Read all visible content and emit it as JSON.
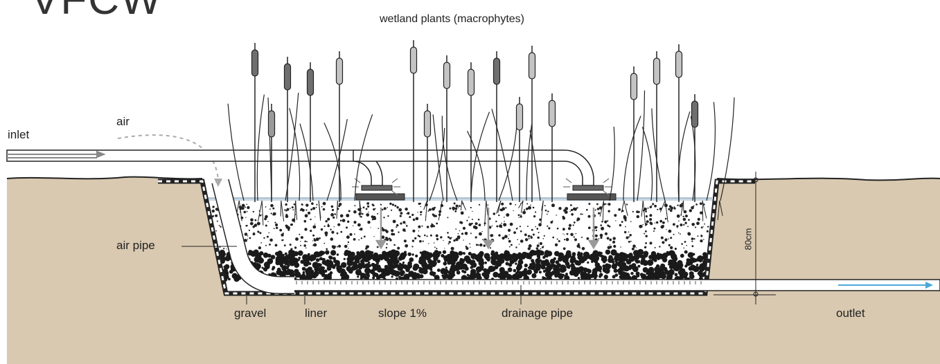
{
  "title_fragment": "VFCW",
  "labels": {
    "plants": "wetland plants (macrophytes)",
    "inlet": "inlet",
    "air": "air",
    "air_pipe": "air pipe",
    "gravel": "gravel",
    "liner": "liner",
    "slope": "slope 1%",
    "drainage_pipe": "drainage pipe",
    "outlet": "outlet",
    "depth": "80cm"
  },
  "colors": {
    "soil": "#d9c9b0",
    "line": "#222222",
    "pipe_fill": "#ffffff",
    "water": "#c8d8e4",
    "flow_arrow": "#4aa8d8",
    "arrow_grey": "#9a9a9a",
    "plant_dark": "#6f6f6f",
    "plant_mid": "#9a9a9a",
    "plant_light": "#c4c4c4"
  }
}
